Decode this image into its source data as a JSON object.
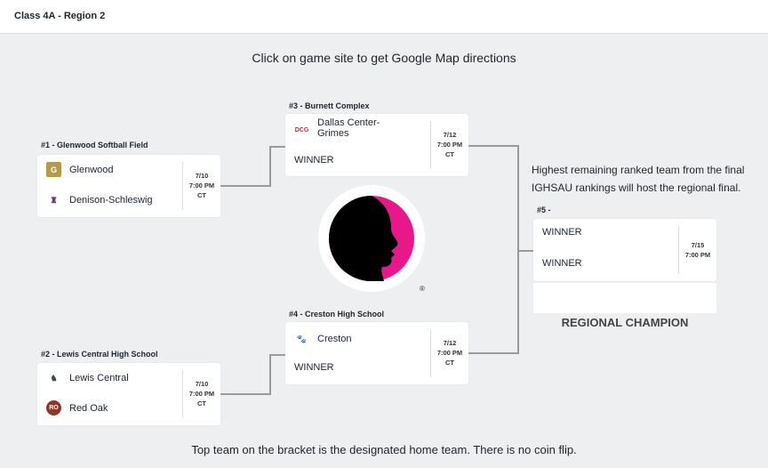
{
  "header": {
    "title": "Class 4A - Region 2"
  },
  "instruction": "Click on game site to get Google Map directions",
  "footer": "Top team on the bracket is the designated home team. There is no coin flip.",
  "note": [
    "Highest remaining ranked team from the final",
    "IGHSAU rankings will host the regional final."
  ],
  "champion_label": "REGIONAL CHAMPION",
  "games": [
    {
      "site": "#1 - Glenwood Softball Field",
      "top": {
        "name": "Glenwood",
        "icon": "glenwood-g-logo"
      },
      "bottom": {
        "name": "Denison-Schleswig",
        "icon": "denison-logo"
      },
      "date": "7/10",
      "time": "7:00 PM",
      "tz": "CT"
    },
    {
      "site": "#2 - Lewis Central High School",
      "top": {
        "name": "Lewis Central",
        "icon": "lewis-central-logo"
      },
      "bottom": {
        "name": "Red Oak",
        "icon": "red-oak-logo"
      },
      "date": "7/10",
      "time": "7:00 PM",
      "tz": "CT"
    },
    {
      "site": "#3 - Burnett Complex",
      "top": {
        "name": "Dallas Center-Grimes",
        "icon": "dcg-logo"
      },
      "bottom": {
        "name": "WINNER"
      },
      "date": "7/12",
      "time": "7:00 PM",
      "tz": "CT"
    },
    {
      "site": "#4 - Creston High School",
      "top": {
        "name": "Creston",
        "icon": "creston-logo"
      },
      "bottom": {
        "name": "WINNER"
      },
      "date": "7/12",
      "time": "7:00 PM",
      "tz": "CT"
    },
    {
      "site": "#5 -",
      "top": {
        "name": "WINNER"
      },
      "bottom": {
        "name": "WINNER"
      },
      "date": "7/15",
      "time": "7:00 PM"
    }
  ],
  "colors": {
    "brand_pink": "#e8178a",
    "background": "#eeeff1"
  }
}
